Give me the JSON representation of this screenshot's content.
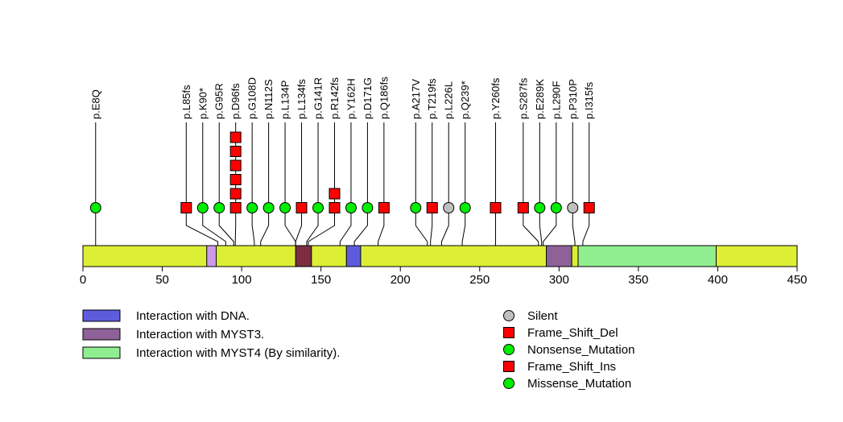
{
  "chart_data": {
    "type": "lollipop",
    "title": "",
    "xlim": [
      0,
      450
    ],
    "x_ticks": [
      0,
      50,
      100,
      150,
      200,
      250,
      300,
      350,
      400,
      450
    ],
    "backbone_color": "#DCEF35",
    "marker_styles": {
      "Missense_Mutation": {
        "shape": "circle",
        "color": "#00EE00"
      },
      "Nonsense_Mutation": {
        "shape": "circle",
        "color": "#00EE00"
      },
      "Silent": {
        "shape": "circle",
        "color": "#C0C0C0"
      },
      "Frame_Shift_Del": {
        "shape": "square",
        "color": "#FF0000"
      },
      "Frame_Shift_Ins": {
        "shape": "square",
        "color": "#FF0000"
      }
    },
    "mutations": [
      {
        "label": "p.E8Q",
        "position": 8,
        "type": "Missense_Mutation",
        "count": 1
      },
      {
        "label": "p.L85fs",
        "position": 85,
        "type": "Frame_Shift_Del",
        "count": 1
      },
      {
        "label": "p.K90*",
        "position": 90,
        "type": "Nonsense_Mutation",
        "count": 1
      },
      {
        "label": "p.G95R",
        "position": 95,
        "type": "Missense_Mutation",
        "count": 1
      },
      {
        "label": "p.D96fs",
        "position": 96,
        "type": "Frame_Shift_Del",
        "count": 6
      },
      {
        "label": "p.G108D",
        "position": 108,
        "type": "Missense_Mutation",
        "count": 1
      },
      {
        "label": "p.N112S",
        "position": 112,
        "type": "Missense_Mutation",
        "count": 1
      },
      {
        "label": "p.L134P",
        "position": 134,
        "type": "Missense_Mutation",
        "count": 1
      },
      {
        "label": "p.L134fs",
        "position": 134,
        "type": "Frame_Shift_Del",
        "count": 1
      },
      {
        "label": "p.G141R",
        "position": 141,
        "type": "Missense_Mutation",
        "count": 1
      },
      {
        "label": "p.R142fs",
        "position": 142,
        "type": "Frame_Shift_Del",
        "count": 2
      },
      {
        "label": "p.Y162H",
        "position": 162,
        "type": "Missense_Mutation",
        "count": 1
      },
      {
        "label": "p.D171G",
        "position": 171,
        "type": "Missense_Mutation",
        "count": 1
      },
      {
        "label": "p.Q186fs",
        "position": 186,
        "type": "Frame_Shift_Del",
        "count": 1
      },
      {
        "label": "p.A217V",
        "position": 217,
        "type": "Missense_Mutation",
        "count": 1
      },
      {
        "label": "p.T219fs",
        "position": 219,
        "type": "Frame_Shift_Del",
        "count": 1
      },
      {
        "label": "p.L226L",
        "position": 226,
        "type": "Silent",
        "count": 1
      },
      {
        "label": "p.Q239*",
        "position": 239,
        "type": "Nonsense_Mutation",
        "count": 1
      },
      {
        "label": "p.Y260fs",
        "position": 260,
        "type": "Frame_Shift_Del",
        "count": 1
      },
      {
        "label": "p.S287fs",
        "position": 287,
        "type": "Frame_Shift_Del",
        "count": 1
      },
      {
        "label": "p.E289K",
        "position": 289,
        "type": "Missense_Mutation",
        "count": 1
      },
      {
        "label": "p.L290F",
        "position": 290,
        "type": "Missense_Mutation",
        "count": 1
      },
      {
        "label": "p.P310P",
        "position": 310,
        "type": "Silent",
        "count": 1
      },
      {
        "label": "p.I315fs",
        "position": 315,
        "type": "Frame_Shift_Del",
        "count": 1
      }
    ],
    "domains": [
      {
        "start": 78,
        "end": 84,
        "color": "#CC99EE",
        "name": ""
      },
      {
        "start": 134,
        "end": 144,
        "color": "#7A2E3F",
        "name": ""
      },
      {
        "start": 166,
        "end": 175,
        "color": "#5E5CDC",
        "name": "Interaction with DNA."
      },
      {
        "start": 292,
        "end": 308,
        "color": "#8E6299",
        "name": "Interaction with MYST3."
      },
      {
        "start": 312,
        "end": 399,
        "color": "#90EE90",
        "name": "Interaction with MYST4 (By similarity)."
      }
    ],
    "legend_domains": [
      {
        "label": "Interaction with DNA.",
        "color": "#5E5CDC"
      },
      {
        "label": "Interaction with MYST3.",
        "color": "#8E6299"
      },
      {
        "label": "Interaction with MYST4 (By similarity).",
        "color": "#90EE90"
      }
    ],
    "legend_mutations": [
      {
        "label": "Silent",
        "shape": "circle",
        "color": "#C0C0C0"
      },
      {
        "label": "Frame_Shift_Del",
        "shape": "square",
        "color": "#FF0000"
      },
      {
        "label": "Nonsense_Mutation",
        "shape": "circle",
        "color": "#00EE00"
      },
      {
        "label": "Frame_Shift_Ins",
        "shape": "square",
        "color": "#FF0000"
      },
      {
        "label": "Missense_Mutation",
        "shape": "circle",
        "color": "#00EE00"
      }
    ]
  }
}
